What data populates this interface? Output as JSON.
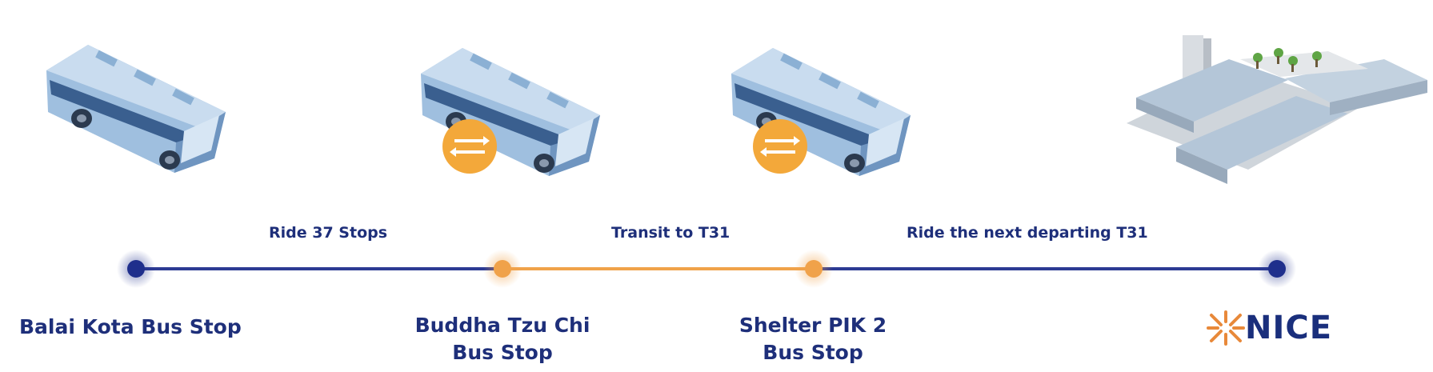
{
  "route": {
    "stops": [
      {
        "id": "balai-kota",
        "name_line1": "Balai Kota Bus Stop",
        "name_line2": "",
        "color": "#1f2f8c"
      },
      {
        "id": "buddha-tzu-chi",
        "name_line1": "Buddha Tzu Chi",
        "name_line2": "Bus Stop",
        "color": "#f0a24a"
      },
      {
        "id": "shelter-pik-2",
        "name_line1": "Shelter PIK 2",
        "name_line2": "Bus Stop",
        "color": "#f0a24a"
      },
      {
        "id": "nice",
        "logo_text": "NICE",
        "color": "#1f2f8c"
      }
    ],
    "segments": [
      {
        "label": "Ride 37 Stops",
        "color": "#2c3a93"
      },
      {
        "label": "Transit to T31",
        "color": "#f0a24a"
      },
      {
        "label": "Ride the next departing T31",
        "color": "#2c3a93"
      }
    ]
  },
  "icons": {
    "bus": "bus-icon",
    "transfer": "transfer-arrows-icon",
    "building": "convention-center-icon",
    "logo_mark": "nice-logo-mark-icon"
  },
  "colors": {
    "text": "#1e2f7a",
    "bus_body": "#7fa6cf",
    "transfer_badge": "#f3a83a",
    "logo_accent": "#e8893a"
  }
}
